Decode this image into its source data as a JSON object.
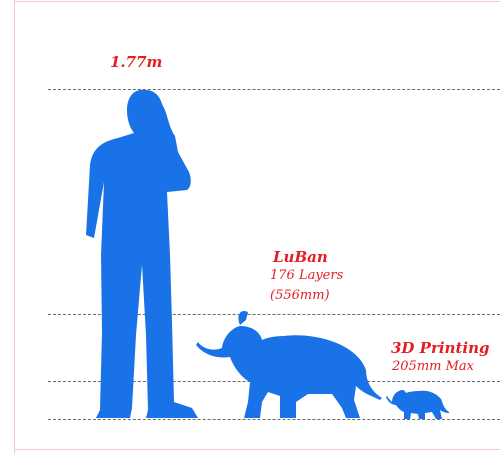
{
  "colors": {
    "silhouette": "#1a72e8",
    "label": "#e41e22",
    "guide": "#6a6a6a",
    "frame": "#f2c9c9"
  },
  "labels": {
    "human_height": "1.77m",
    "luban_title": "LuBan",
    "luban_layers": "176 Layers",
    "luban_size": "(556mm)",
    "printing_title": "3D Printing",
    "printing_size": "205mm Max"
  },
  "icons": [
    "man-silhouette",
    "large-elephant-silhouette",
    "small-elephant-silhouette"
  ]
}
